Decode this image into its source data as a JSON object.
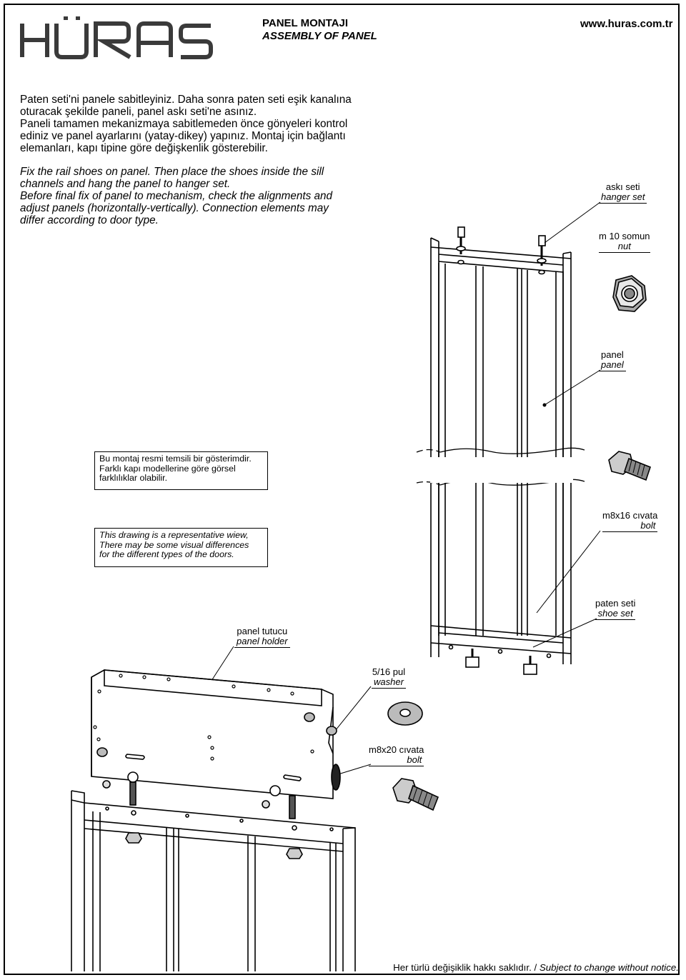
{
  "header": {
    "logo_text": "HÜRAS",
    "title_tr": "PANEL MONTAJI",
    "title_en": "ASSEMBLY OF PANEL",
    "website": "www.huras.com.tr"
  },
  "instructions": {
    "tr": "Paten seti'ni panele sabitleyiniz. Daha sonra paten seti eşik kanalına\noturacak şekilde paneli, panel askı seti'ne asınız.\nPaneli tamamen mekanizmaya sabitlemeden önce gönyeleri kontrol\nediniz ve panel ayarlarını (yatay-dikey) yapınız. Montaj için bağlantı\nelemanları, kapı tipine göre değişkenlik gösterebilir.",
    "en": "Fix the rail shoes on panel. Then place the shoes inside the sill\nchannels and hang the panel to hanger set.\nBefore final fix of panel to mechanism, check the alignments and\nadjust panels (horizontally-vertically). Connection elements may\ndiffer according to door type."
  },
  "notes": {
    "tr": "Bu montaj resmi temsili bir gösterimdir.\nFarklı kapı modellerine göre görsel\nfarklılıklar olabilir.",
    "en": "This drawing is a representative wiew,\nThere may be some visual differences\nfor the different types of the doors."
  },
  "labels": {
    "hanger_tr": "askı seti",
    "hanger_en": "hanger set",
    "nut_tr": "m 10 somun",
    "nut_en": "nut",
    "panel_tr": "panel",
    "panel_en": "panel",
    "bolt16_tr": "m8x16 cıvata",
    "bolt16_en": "bolt",
    "shoe_tr": "paten seti",
    "shoe_en": "shoe set",
    "holder_tr": "panel tutucu",
    "holder_en": "panel holder",
    "washer_tr": "5/16 pul",
    "washer_en": "washer",
    "bolt20_tr": "m8x20 cıvata",
    "bolt20_en": "bolt"
  },
  "footer": {
    "tr": "Her türlü değişiklik hakkı saklıdır. / ",
    "en": "Subject to change without notice."
  }
}
